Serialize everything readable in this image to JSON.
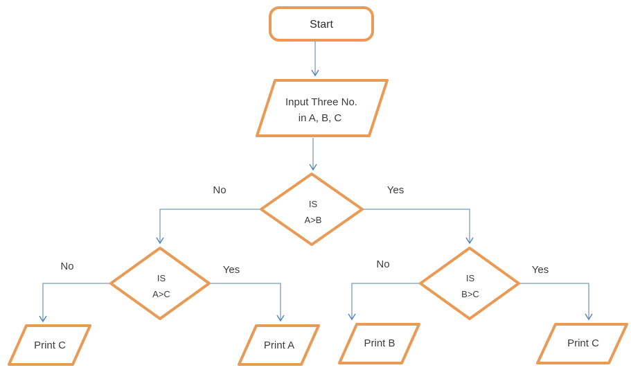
{
  "diagram": {
    "description": "Flowchart to find the greatest of three numbers",
    "colors": {
      "shape_border": "#E99B55",
      "shape_fill": "#FFFFFF",
      "connector_line": "#7E99B5",
      "arrowhead": "#4F81BD",
      "text": "#3B3B3B",
      "background": "#FFFFFF"
    },
    "nodes": {
      "start": {
        "type": "terminator",
        "label": "Start"
      },
      "input": {
        "type": "input-parallelogram",
        "line1": "Input Three No.",
        "line2": "in A, B, C"
      },
      "decision_a_gt_b": {
        "type": "decision",
        "line1": "IS",
        "line2": "A>B"
      },
      "decision_a_gt_c": {
        "type": "decision",
        "line1": "IS",
        "line2": "A>C"
      },
      "decision_b_gt_c": {
        "type": "decision",
        "line1": "IS",
        "line2": "B>C"
      },
      "print_c_left": {
        "type": "output-parallelogram",
        "label": "Print C"
      },
      "print_a": {
        "type": "output-parallelogram",
        "label": "Print A"
      },
      "print_b": {
        "type": "output-parallelogram",
        "label": "Print B"
      },
      "print_c_right": {
        "type": "output-parallelogram",
        "label": "Print C"
      }
    },
    "branch_labels": {
      "a_gt_b_no": "No",
      "a_gt_b_yes": "Yes",
      "a_gt_c_no": "No",
      "a_gt_c_yes": "Yes",
      "b_gt_c_no": "No",
      "b_gt_c_yes": "Yes"
    }
  }
}
